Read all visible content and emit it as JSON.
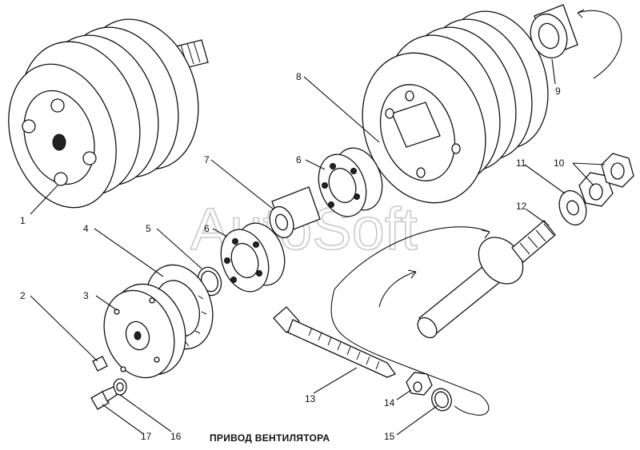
{
  "watermark": "AutoSoft",
  "caption": "ПРИВОД ВЕНТИЛЯТОРА",
  "callouts": [
    "1",
    "2",
    "3",
    "4",
    "5",
    "6",
    "6",
    "7",
    "8",
    "9",
    "10",
    "11",
    "12",
    "13",
    "14",
    "15",
    "16",
    "17"
  ]
}
